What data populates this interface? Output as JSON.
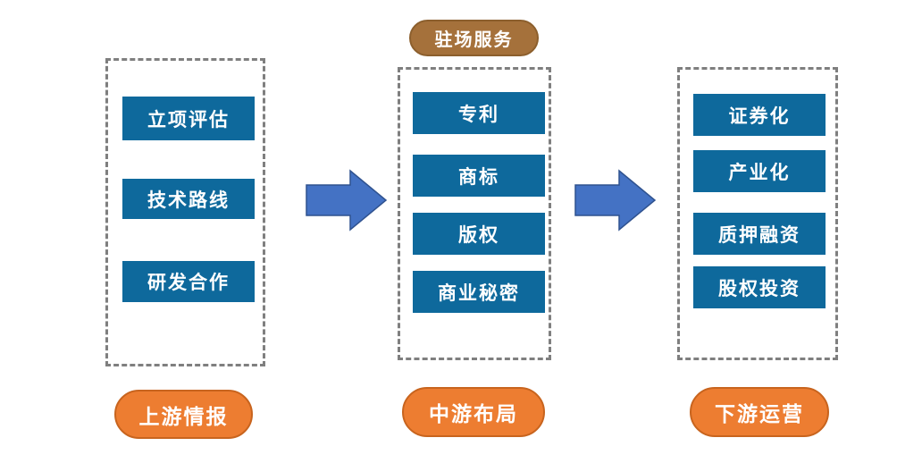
{
  "diagram": {
    "top_badge": {
      "label": "驻场服务"
    },
    "columns": [
      {
        "name": "upstream",
        "items": [
          "立项评估",
          "技术路线",
          "研发合作"
        ],
        "footer": "上游情报"
      },
      {
        "name": "midstream",
        "items": [
          "专利",
          "商标",
          "版权",
          "商业秘密"
        ],
        "footer": "中游布局"
      },
      {
        "name": "downstream",
        "items": [
          "证券化",
          "产业化",
          "质押融资",
          "股权投资"
        ],
        "footer": "下游运营"
      }
    ],
    "colors": {
      "box_blue": "#0E699C",
      "arrow_blue": "#4472C4",
      "arrow_border": "#2F528F",
      "pill_orange": "#ED7D31",
      "pill_orange_border": "#C8641E",
      "badge_brown": "#A5713B",
      "badge_brown_border": "#8C5F2D",
      "dashed_border": "#7F7F7F",
      "text_white": "#FFFFFF"
    }
  }
}
